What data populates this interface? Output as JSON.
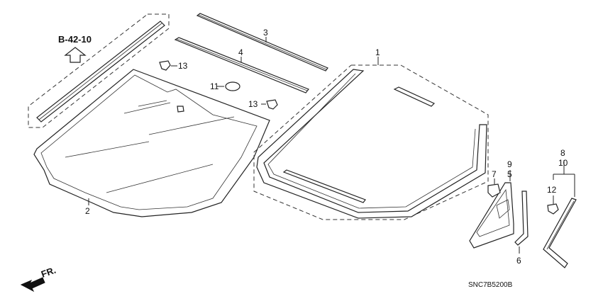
{
  "diagram": {
    "reference_label": "B-42-10",
    "front_label": "FR.",
    "diagram_code": "SNC7B5200B",
    "callouts": {
      "c1": "1",
      "c2": "2",
      "c3": "3",
      "c4": "4",
      "c5": "5",
      "c6": "6",
      "c7": "7",
      "c8": "8",
      "c9": "9",
      "c10": "10",
      "c11": "11",
      "c12": "12",
      "c13a": "13",
      "c13b": "13"
    }
  }
}
